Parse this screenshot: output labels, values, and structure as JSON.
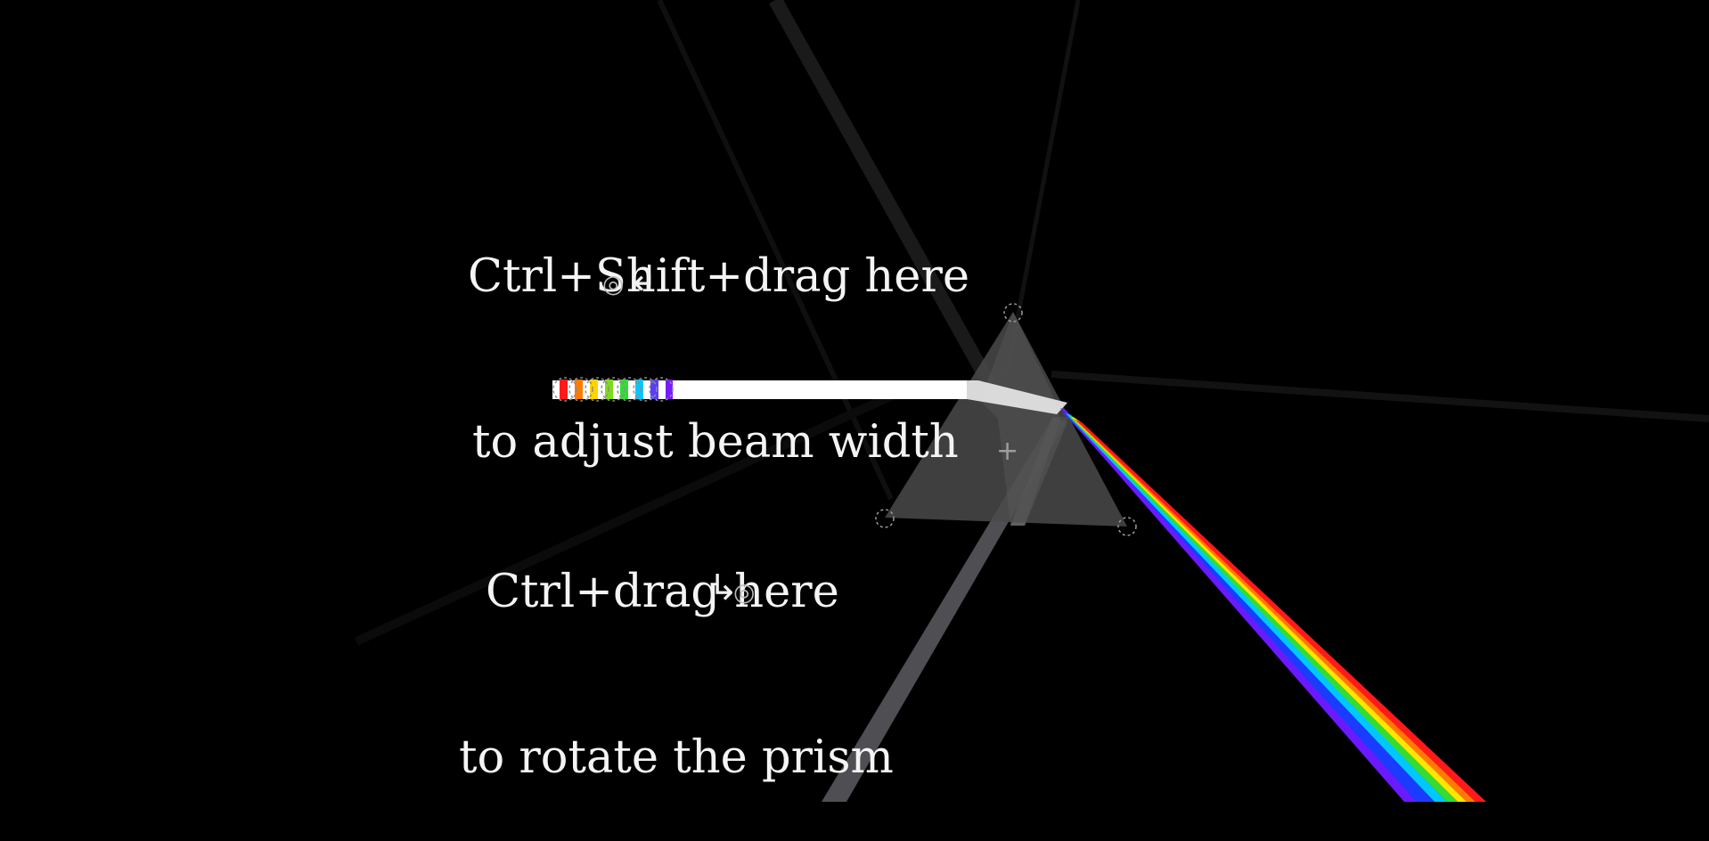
{
  "hints": {
    "beam_width": {
      "line1": "Ctrl+Shift+drag here",
      "line2": "to adjust beam width",
      "arrow": "↲"
    },
    "rotate": {
      "line1": "Ctrl+drag here",
      "line2": "to rotate the prism",
      "arrow": "↳"
    }
  },
  "icons": {
    "target": "◎",
    "prism_center": "+",
    "names": [
      "target-icon",
      "crosshair-icon",
      "arrow-return-left-icon",
      "arrow-return-right-icon"
    ]
  },
  "colors": {
    "background": "#000000",
    "beam": "#ffffff",
    "prism_fill": "#555555",
    "handle": "#9a9a9a",
    "spectrum": [
      "#ff1a1a",
      "#ff7a00",
      "#ffe600",
      "#33dd33",
      "#00c8ff",
      "#1a3cff",
      "#7a1aff"
    ]
  }
}
